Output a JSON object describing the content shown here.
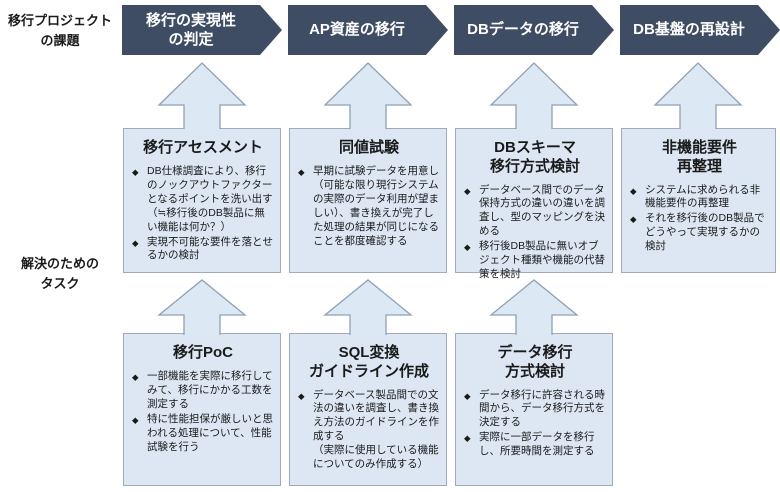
{
  "glyphs": {
    "diamond_bullet": "◆"
  },
  "colors": {
    "chevron_fill": "#3e4d63",
    "chevron_text": "#ffffff",
    "box_fill": "#dce7f3",
    "box_border": "#9fabb9",
    "arrow_fill": "#dce8f4",
    "arrow_border": "#8fa1b3",
    "text": "#1a1a1a"
  },
  "side_labels": {
    "challenges": "移行プロジェクト\nの課題",
    "tasks": "解決のための\nタスク"
  },
  "process_steps": [
    {
      "label": "移行の実現性\nの判定"
    },
    {
      "label": "AP資産の移行"
    },
    {
      "label": "DBデータの移行"
    },
    {
      "label": "DB基盤の再設計"
    }
  ],
  "task_boxes": {
    "middle": [
      {
        "title": "移行アセスメント",
        "bullets": [
          "DB仕様調査により、移行のノックアウトファクターとなるポイントを洗い出す\n（≒移行後のDB製品に無い機能は何か？）",
          "実現不可能な要件を落とせるかの検討"
        ]
      },
      {
        "title": "同値試験",
        "bullets": [
          "早期に試験データを用意し（可能な限り現行システムの実際のデータ利用が望ましい）、書き換えが完了した処理の結果が同じになることを都度確認する"
        ]
      },
      {
        "title": "DBスキーマ\n移行方式検討",
        "bullets": [
          "データベース間でのデータ保持方式の違いの違いを調査し、型のマッピングを決める",
          "移行後DB製品に無いオブジェクト種類や機能の代替策を検討"
        ]
      },
      {
        "title": "非機能要件\n再整理",
        "bullets": [
          "システムに求められる非機能要件の再整理",
          "それを移行後のDB製品でどうやって実現するかの検討"
        ]
      }
    ],
    "bottom": [
      {
        "title": "移行PoC",
        "bullets": [
          "一部機能を実際に移行してみて、移行にかかる工数を測定する",
          "特に性能担保が厳しいと思われる処理について、性能試験を行う"
        ]
      },
      {
        "title": "SQL変換\nガイドライン作成",
        "bullets": [
          "データベース製品間での文法の違いを調査し、書き換え方法のガイドラインを作成する\n（実際に使用している機能についてのみ作成する）"
        ]
      },
      {
        "title": "データ移行\n方式検討",
        "bullets": [
          "データ移行に許容される時間から、データ移行方式を決定する",
          "実際に一部データを移行し、所要時間を測定する"
        ]
      }
    ]
  }
}
